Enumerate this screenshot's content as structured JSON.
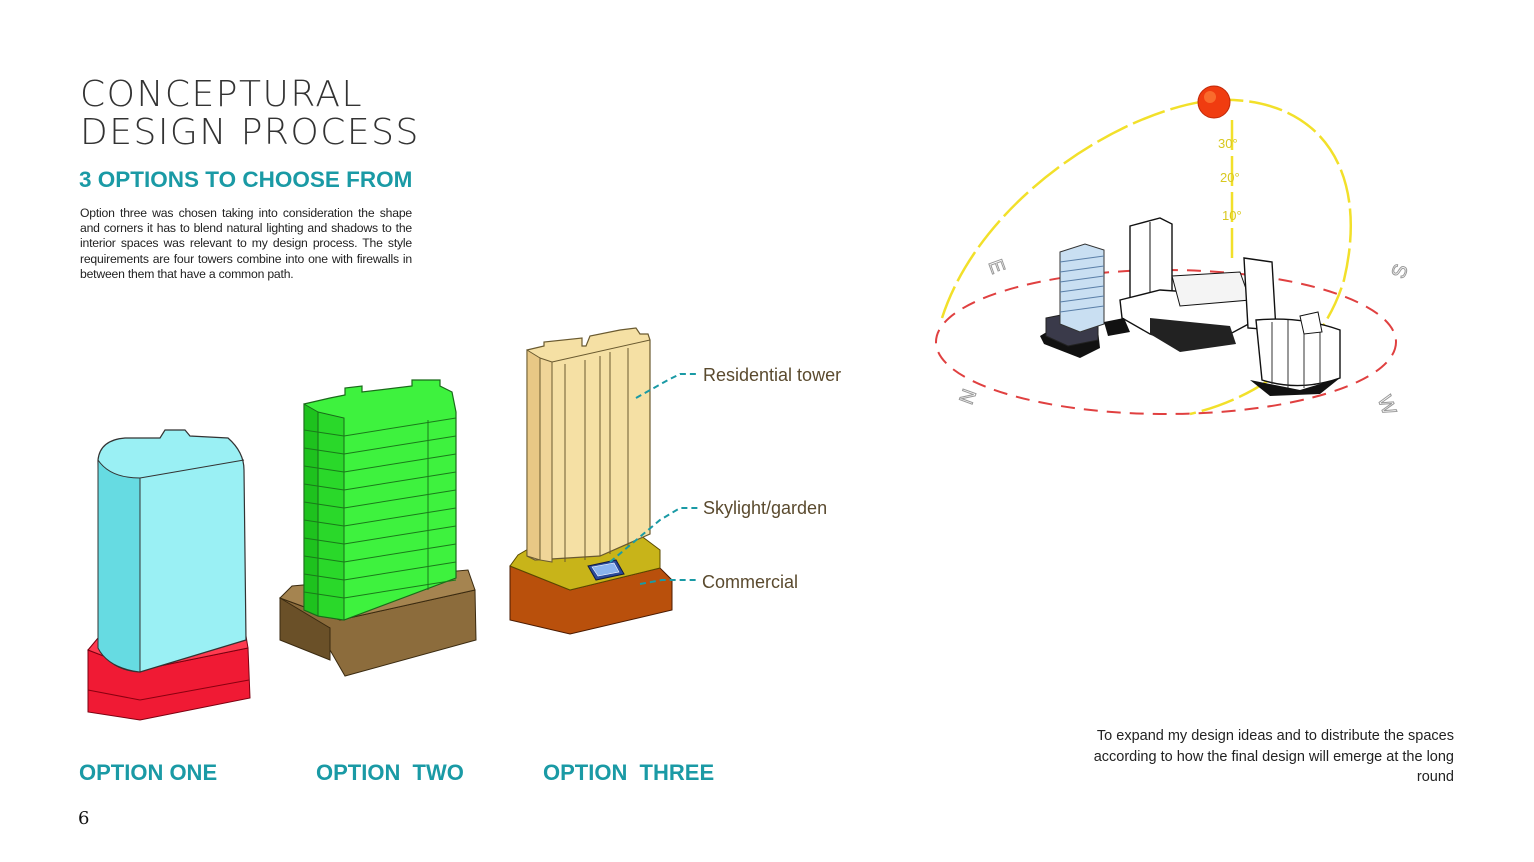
{
  "header": {
    "title_line1": "CONCEPTURAL",
    "title_line2": "DESIGN PROCESS",
    "subtitle": "3 OPTIONS TO CHOOSE FROM",
    "description": "Option three was chosen taking into consideration the shape and corners it has to blend natural lighting and shadows to the interior spaces was relevant to my design process. The style requirements are four towers combine into one with firewalls in between them that have a common path."
  },
  "options": {
    "one": "OPTION ONE",
    "two": "OPTION  TWO",
    "three": "OPTION  THREE"
  },
  "callouts": {
    "residential": "Residential tower",
    "skylight": "Skylight/garden",
    "commercial": "Commercial"
  },
  "sun_diagram": {
    "angles": [
      "30°",
      "20°",
      "10°"
    ],
    "directions": [
      "E",
      "S",
      "N",
      "W"
    ]
  },
  "note": "To expand my design ideas and to distribute the spaces according to how the final design will emerge at the long round",
  "page_number": "6",
  "colors": {
    "accent": "#1a9aa5",
    "option_one_tower": "#9af0f4",
    "option_one_base": "#f01a34",
    "option_two_tower": "#3ef23e",
    "option_two_base": "#8c6c3c",
    "option_three_tower": "#f5e0a4",
    "option_three_podium": "#c8b419",
    "option_three_base": "#b9500c",
    "sun": "#f03c10",
    "sun_path": "#f2e02a",
    "horizon": "#e04040"
  }
}
